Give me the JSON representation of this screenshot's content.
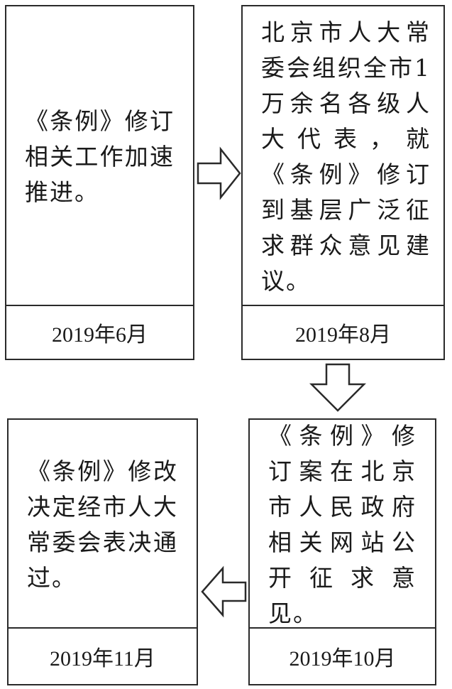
{
  "steps": [
    {
      "text": "《条例》修订相关工作加速推进。",
      "date": "2019年6月"
    },
    {
      "text": "北京市人大常委会组织全市1万余名各级人大代表，就《条例》修订到基层广泛征求群众意见建议。",
      "date": "2019年8月"
    },
    {
      "text": "《条例》修订案在北京市人民政府相关网站公开征求意见。",
      "date": "2019年10月"
    },
    {
      "text": "《条例》修改决定经市人大常委会表决通过。",
      "date": "2019年11月"
    }
  ]
}
